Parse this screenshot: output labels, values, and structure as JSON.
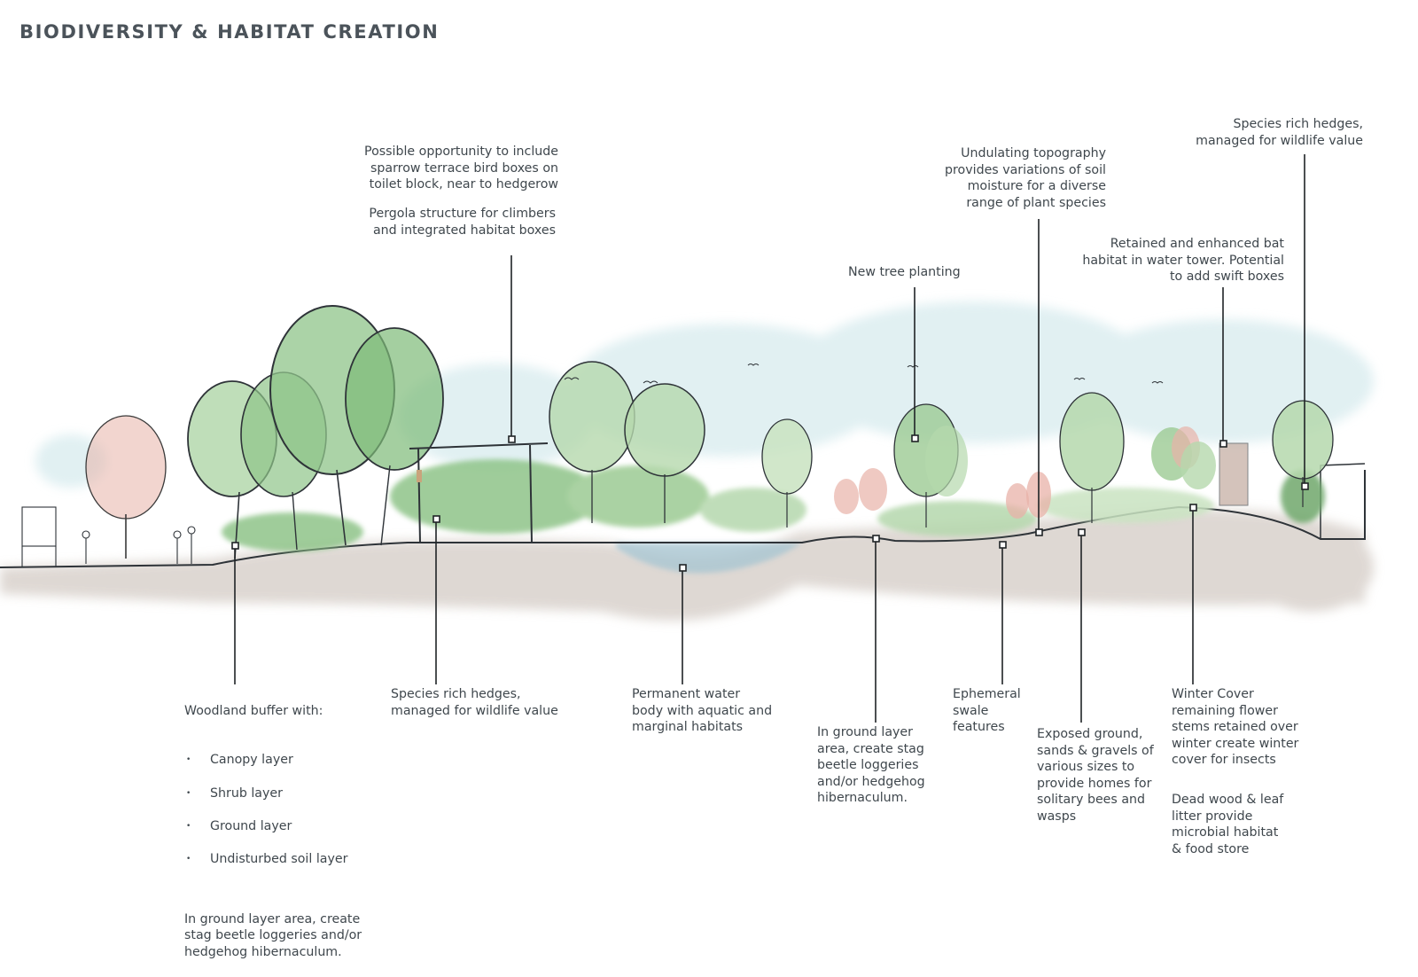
{
  "title": "BIODIVERSITY & HABITAT CREATION",
  "annotations": {
    "sparrow_boxes": "Possible opportunity to include\nsparrow terrace bird boxes on\ntoilet block, near to hedgerow",
    "pergola": "Pergola structure for climbers\nand integrated habitat boxes",
    "undulating": "Undulating topography\nprovides variations of soil\nmoisture for a diverse\nrange of plant species",
    "hedges_top": "Species rich hedges,\nmanaged for wildlife value",
    "bat_habitat": "Retained and enhanced bat\nhabitat in water tower. Potential\nto add swift boxes",
    "new_tree": "New tree planting",
    "woodland_intro": "Woodland buffer with:",
    "woodland_layers": [
      "Canopy layer",
      "Shrub layer",
      "Ground layer",
      "Undisturbed soil layer"
    ],
    "woodland_extra": "In ground layer area, create\nstag beetle loggeries and/or\nhedgehog hibernaculum.",
    "hedges_bottom": "Species rich hedges,\nmanaged for wildlife value",
    "water_body": "Permanent water\nbody with aquatic and\nmarginal habitats",
    "ground_layer": "In ground layer\narea, create stag\nbeetle loggeries\nand/or hedgehog\nhibernaculum.",
    "swale": "Ephemeral\nswale\nfeatures",
    "exposed_ground": "Exposed ground,\nsands & gravels of\nvarious sizes to\nprovide homes for\nsolitary bees and\nwasps",
    "winter_cover": "Winter Cover\nremaining flower\nstems retained over\nwinter create winter\ncover for insects",
    "dead_wood": "Dead wood & leaf\nlitter provide\nmicrobial habitat\n& food store"
  },
  "colors": {
    "tree_green": "#8fc489",
    "tree_green_light": "#c9e3c1",
    "blossom_pink": "#e8b2a8",
    "sky_wash": "#d7ebee",
    "ground_wash": "#d9d2cc",
    "water_blue": "#a9c6d2",
    "ink": "#2e3338"
  }
}
